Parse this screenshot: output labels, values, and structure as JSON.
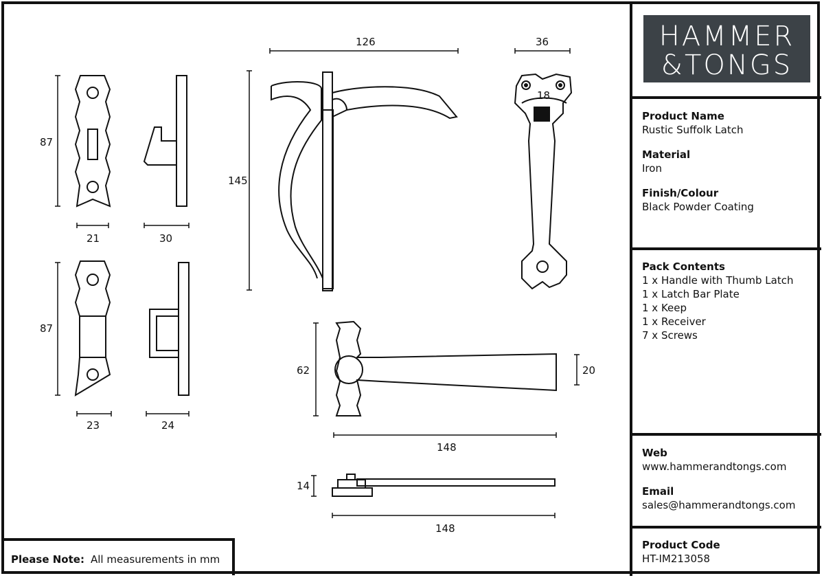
{
  "logo": {
    "line1": "HAMMER",
    "line2": "&TONGS"
  },
  "product": {
    "name_label": "Product Name",
    "name": "Rustic Suffolk Latch",
    "material_label": "Material",
    "material": "Iron",
    "finish_label": "Finish/Colour",
    "finish": "Black Powder Coating"
  },
  "pack": {
    "label": "Pack Contents",
    "items": [
      "1 x Handle with Thumb Latch",
      "1 x Latch Bar Plate",
      "1 x Keep",
      "1 x Receiver",
      "7 x Screws"
    ]
  },
  "contact": {
    "web_label": "Web",
    "web": "www.hammerandtongs.com",
    "email_label": "Email",
    "email": "sales@hammerandtongs.com"
  },
  "code": {
    "label": "Product Code",
    "value": "HT-IM213058"
  },
  "note": {
    "label": "Please Note:",
    "text": "All measurements in mm"
  },
  "dimensions": {
    "keep_height": "87",
    "keep_width": "21",
    "keep_depth": "30",
    "receiver_height": "87",
    "receiver_width": "23",
    "receiver_depth": "24",
    "handle_length": "126",
    "handle_height": "145",
    "front_width": "36",
    "thumb_width": "18",
    "bar_height": "62",
    "bar_end": "20",
    "bar_length": "148",
    "side_height": "14",
    "side_length": "148"
  }
}
